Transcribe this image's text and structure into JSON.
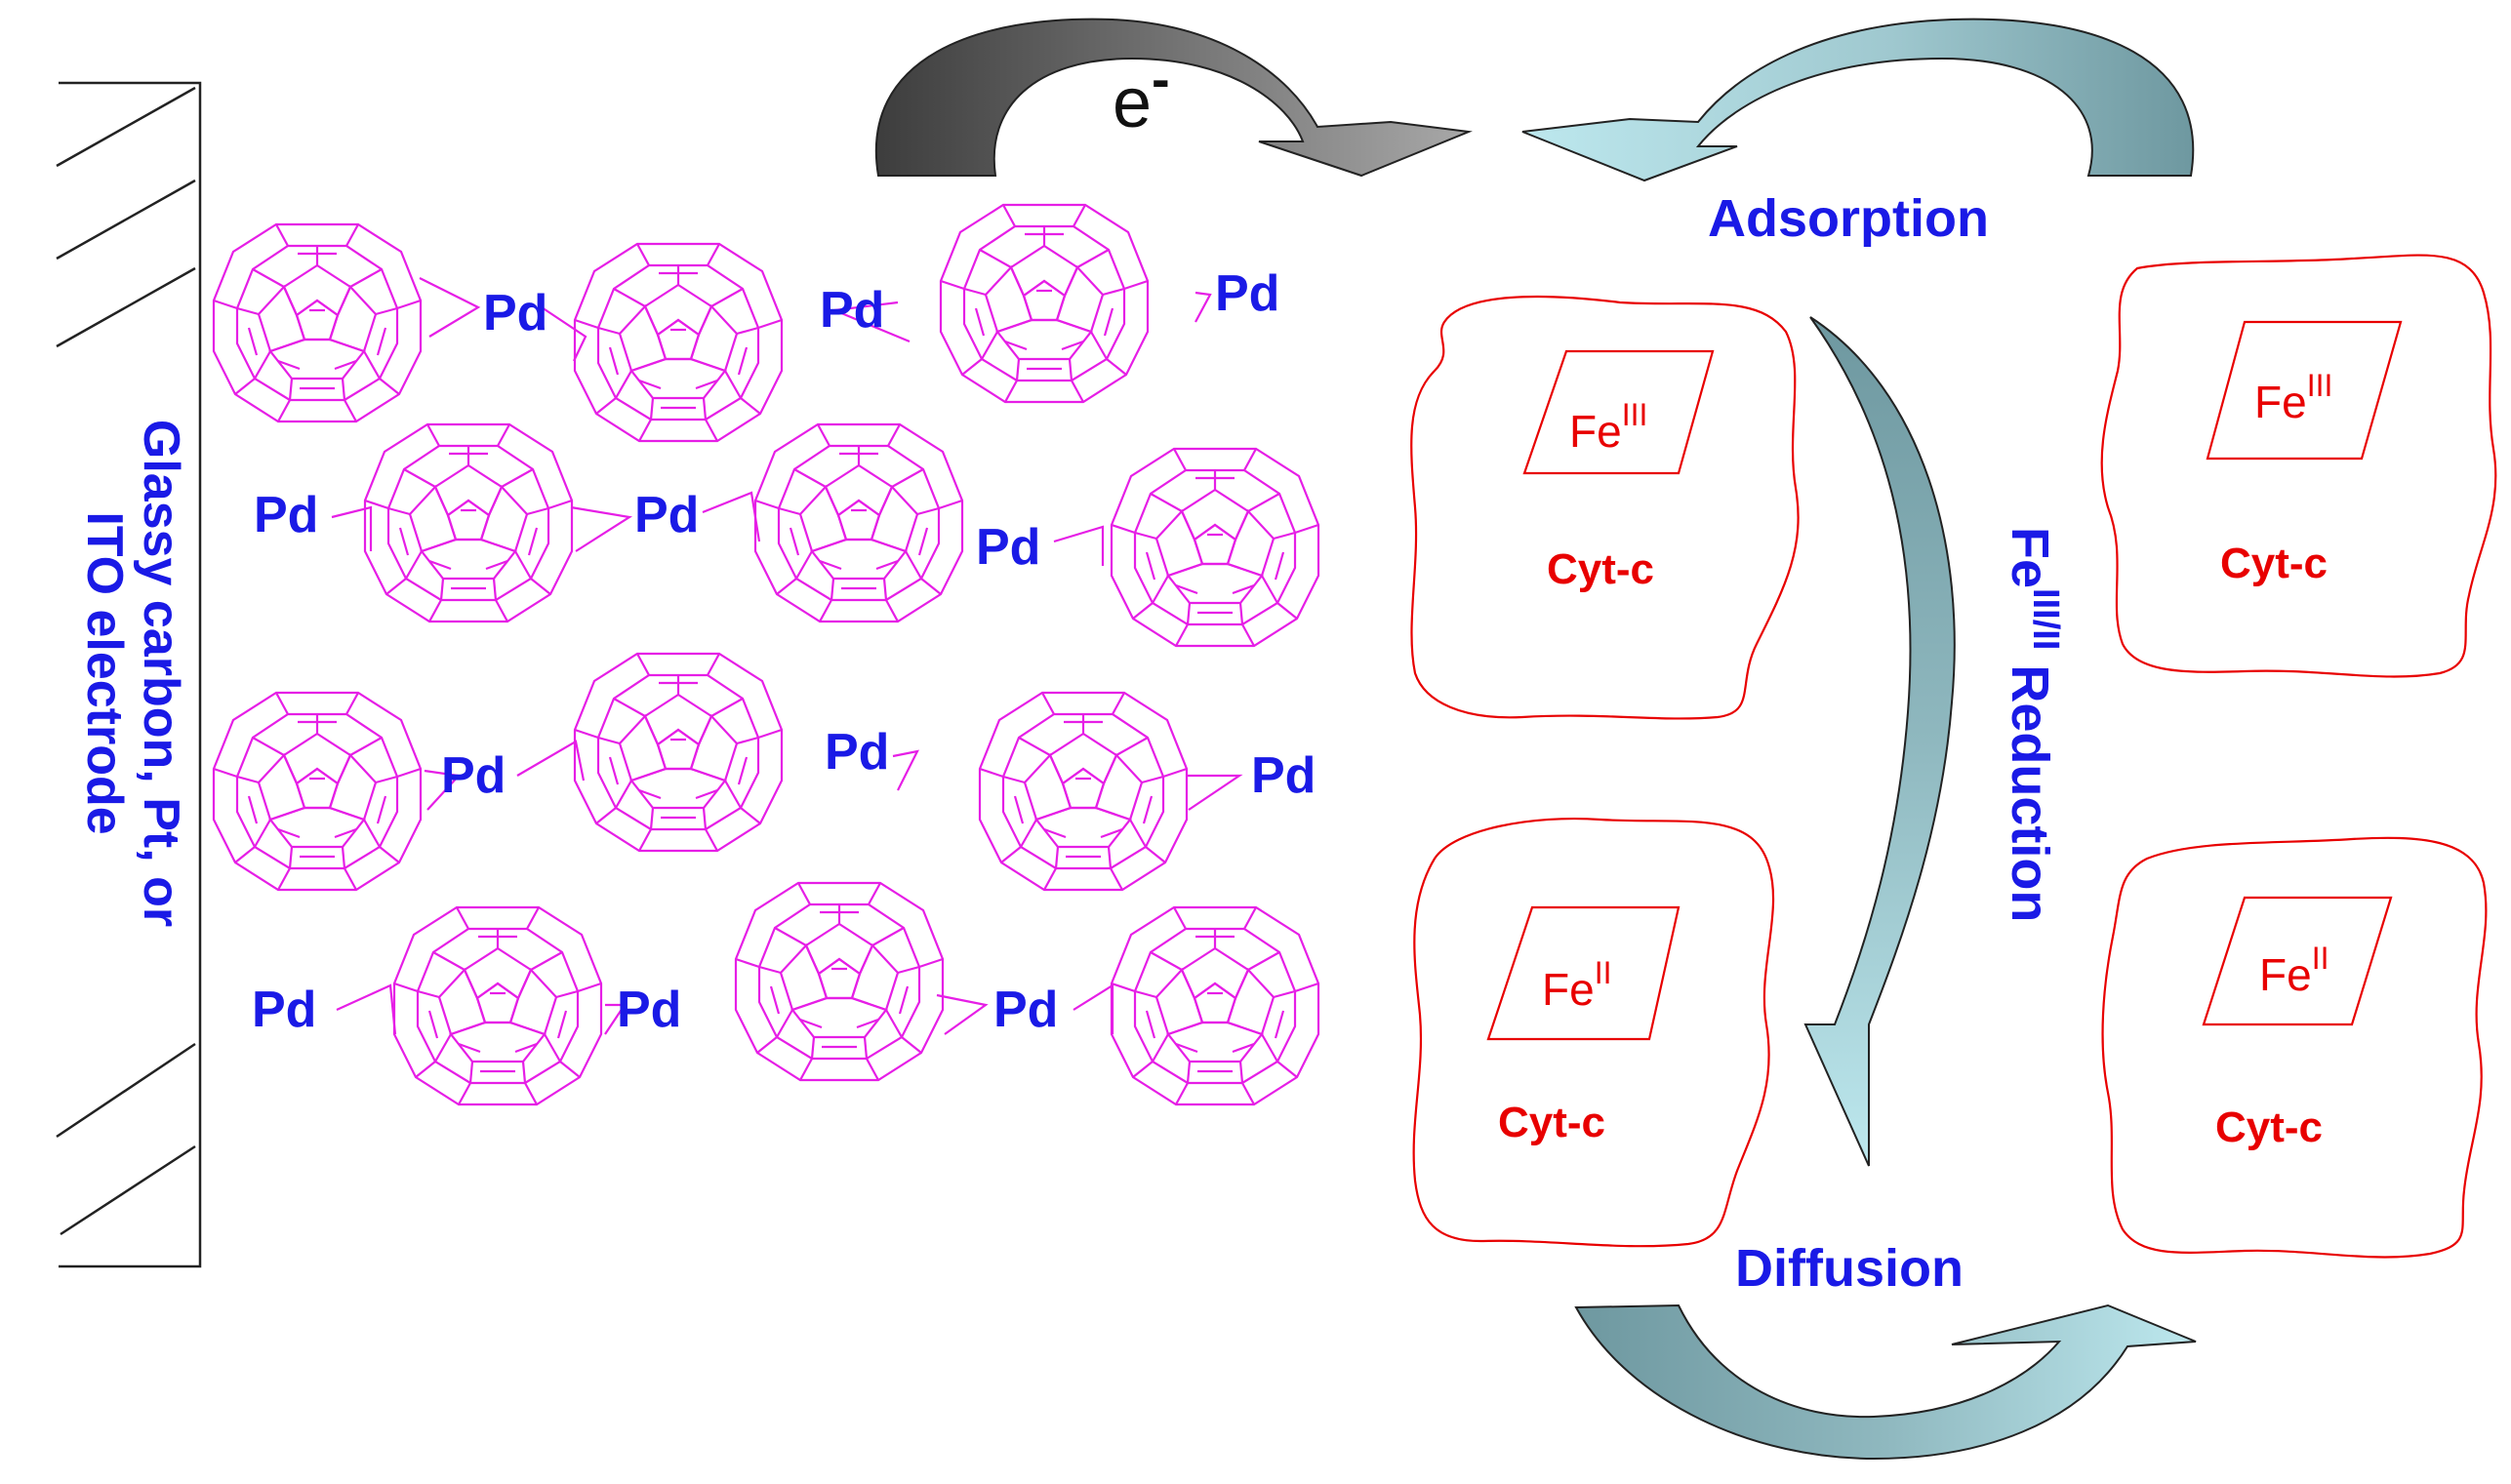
{
  "electron_label": {
    "base": "e",
    "sup": "-"
  },
  "electrode_label": {
    "line1": "Glassy carbon, Pt, or",
    "line2": "ITO electrode"
  },
  "metal_label": "Pd",
  "adsorption_label": "Adsorption",
  "diffusion_label": "Diffusion",
  "reduction_label": {
    "base": "Fe",
    "sup": "III/II",
    "rest": " Reduction"
  },
  "proteins": [
    {
      "iron_base": "Fe",
      "iron_sup": "III",
      "name": "Cyt-c"
    },
    {
      "iron_base": "Fe",
      "iron_sup": "III",
      "name": "Cyt-c"
    },
    {
      "iron_base": "Fe",
      "iron_sup": "II",
      "name": "Cyt-c"
    },
    {
      "iron_base": "Fe",
      "iron_sup": "II",
      "name": "Cyt-c"
    }
  ],
  "colors": {
    "fullerene": "#e61ee6",
    "label_blue": "#1a1ae6",
    "protein_red": "#e80000",
    "arrow_dark": "#5a5a5a",
    "arrow_teal": "#7fa8b0",
    "arrow_light": "#a9dde6"
  }
}
